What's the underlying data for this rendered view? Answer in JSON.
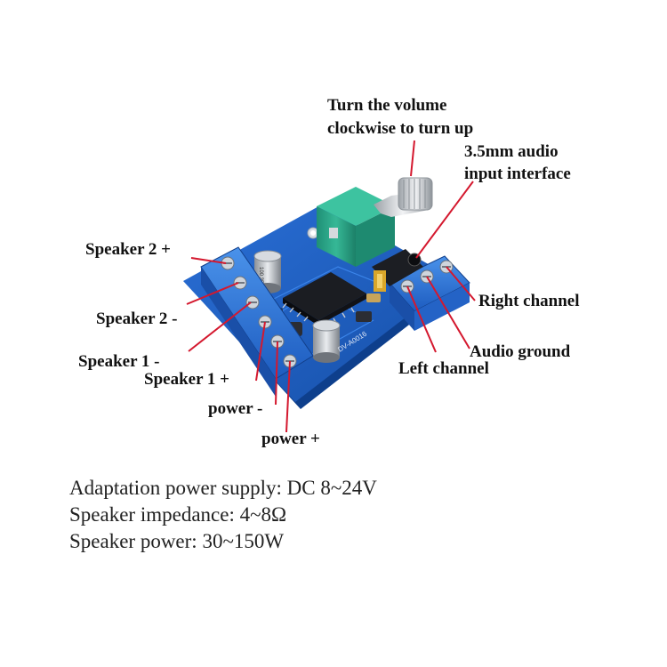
{
  "callouts": {
    "volume_line1": "Turn the volume",
    "volume_line2": "clockwise to turn up",
    "audio_line1": "3.5mm audio",
    "audio_line2": "input interface",
    "speaker2_plus": "Speaker 2 +",
    "speaker2_minus": "Speaker 2 -",
    "speaker1_minus": "Speaker 1 -",
    "speaker1_plus": "Speaker 1 +",
    "power_minus": "power -",
    "power_plus": "power +",
    "right_channel": "Right channel",
    "audio_ground": "Audio ground",
    "left_channel": "Left channel"
  },
  "board": {
    "silkscreen": "DV-A0016",
    "capacitor_text": "100 35V RVT"
  },
  "specs": {
    "power_supply": "Adaptation power supply: DC 8~24V",
    "impedance": "Speaker impedance: 4~8Ω",
    "speaker_power": "Speaker power: 30~150W"
  },
  "colors": {
    "pcb": "#1f5fc6",
    "terminal": "#2f79d8",
    "potentiometer": "#2aa58a",
    "leader_line": "#d4182e"
  }
}
